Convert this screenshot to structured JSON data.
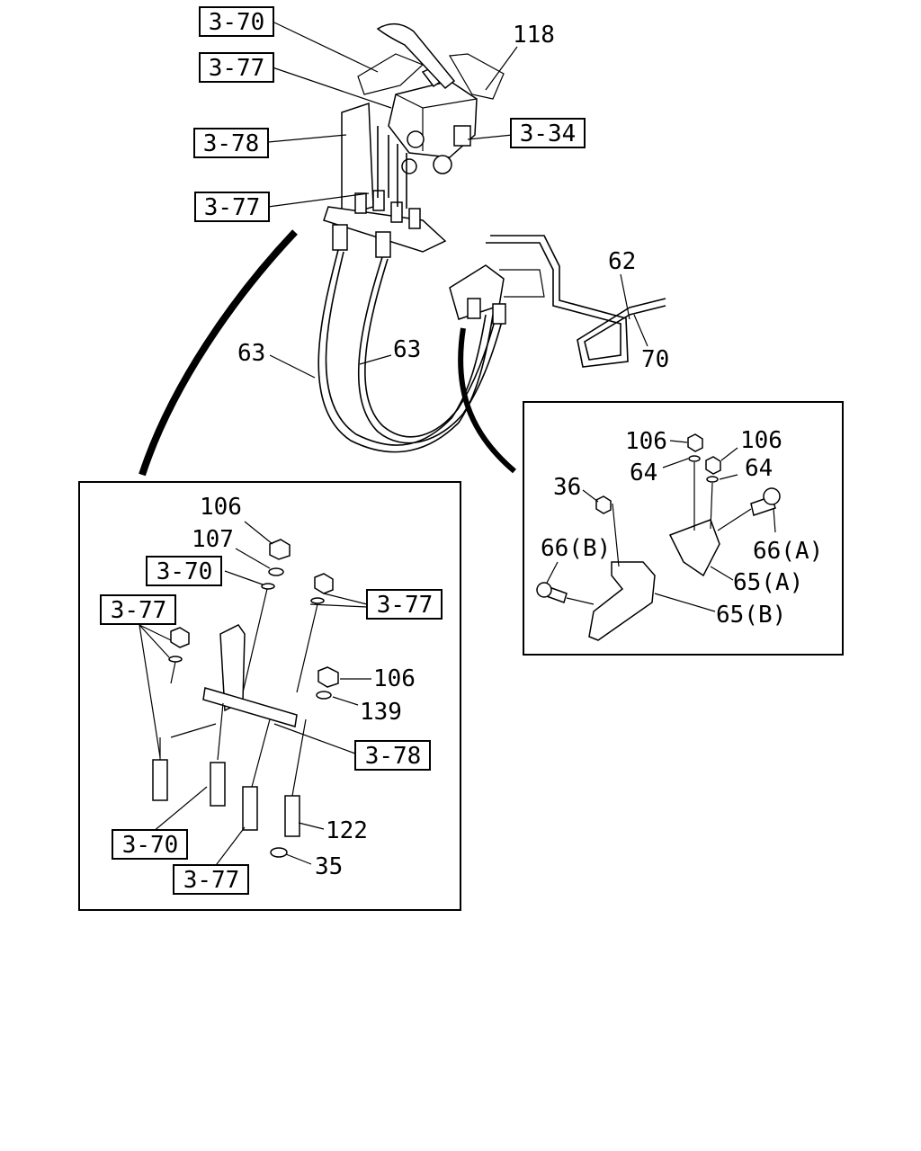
{
  "main_view": {
    "refs": {
      "top_3_70": "3-70",
      "upper_3_77": "3-77",
      "bracket_3_78": "3-78",
      "lower_3_77": "3-77",
      "valve_3_34": "3-34"
    },
    "parts": {
      "p118": "118",
      "p62": "62",
      "p70": "70",
      "p63_left": "63",
      "p63_right": "63"
    }
  },
  "detail_left": {
    "refs": {
      "r3_70_top": "3-70",
      "r3_77_left": "3-77",
      "r3_77_right": "3-77",
      "r3_78": "3-78",
      "r3_70_bottom": "3-70",
      "r3_77_bottom": "3-77"
    },
    "parts": {
      "p106_top": "106",
      "p107": "107",
      "p106_mid": "106",
      "p139": "139",
      "p122": "122",
      "p35": "35"
    }
  },
  "detail_right": {
    "parts": {
      "p106_a": "106",
      "p106_b": "106",
      "p64_a": "64",
      "p64_b": "64",
      "p36": "36",
      "p66b": "66(B)",
      "p66a": "66(A)",
      "p65a": "65(A)",
      "p65b": "65(B)"
    }
  }
}
